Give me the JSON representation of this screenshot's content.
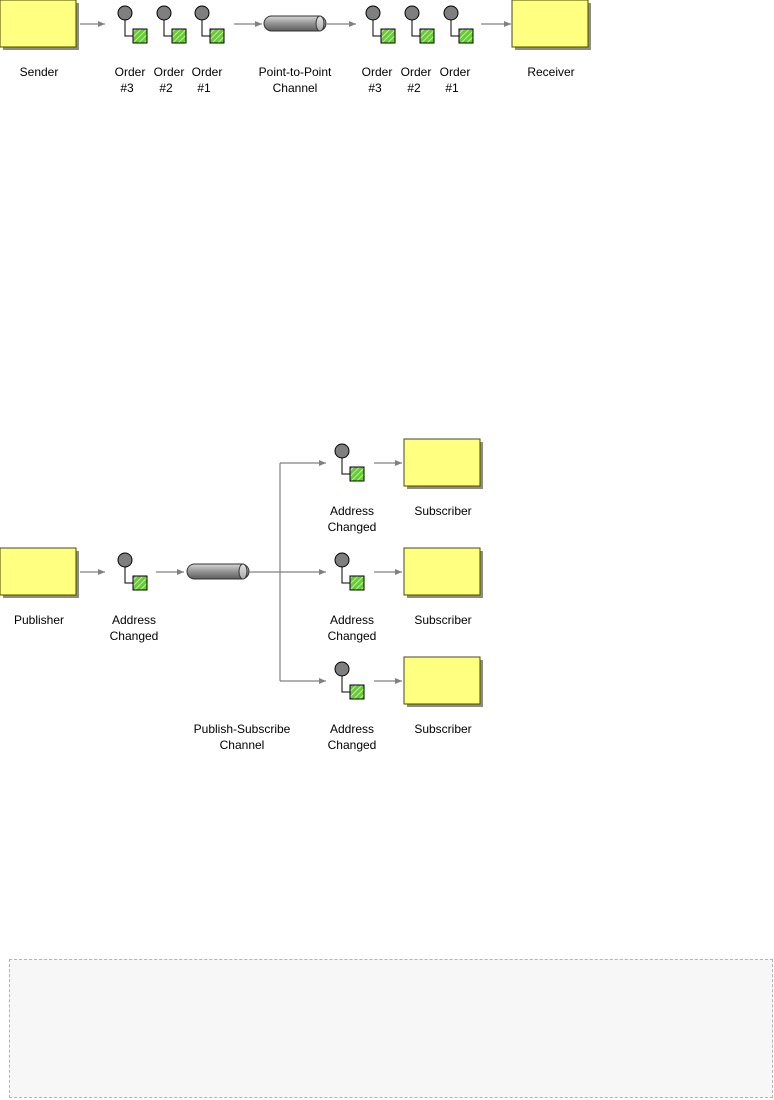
{
  "colors": {
    "box_fill": "#ffff80",
    "box_stroke": "#4b4b00",
    "shadow": "#8c8c8c",
    "arrow": "#808080",
    "token_circle": "#7f7f7f",
    "token_square": "#66cc33",
    "channel": "#9a9a9a"
  },
  "point_to_point": {
    "sender_label": "Sender",
    "channel_label_1": "Point-to-Point",
    "channel_label_2": "Channel",
    "receiver_label": "Receiver",
    "sent_messages": [
      {
        "line1": "Order",
        "line2": "#3"
      },
      {
        "line1": "Order",
        "line2": "#2"
      },
      {
        "line1": "Order",
        "line2": "#1"
      }
    ],
    "received_messages": [
      {
        "line1": "Order",
        "line2": "#3"
      },
      {
        "line1": "Order",
        "line2": "#2"
      },
      {
        "line1": "Order",
        "line2": "#1"
      }
    ]
  },
  "publish_subscribe": {
    "publisher_label": "Publisher",
    "message": {
      "line1": "Address",
      "line2": "Changed"
    },
    "channel_label_1": "Publish-Subscribe",
    "channel_label_2": "Channel",
    "branches": [
      {
        "message_line1": "Address",
        "message_line2": "Changed",
        "subscriber_label": "Subscriber"
      },
      {
        "message_line1": "Address",
        "message_line2": "Changed",
        "subscriber_label": "Subscriber"
      },
      {
        "message_line1": "Address",
        "message_line2": "Changed",
        "subscriber_label": "Subscriber"
      }
    ]
  }
}
